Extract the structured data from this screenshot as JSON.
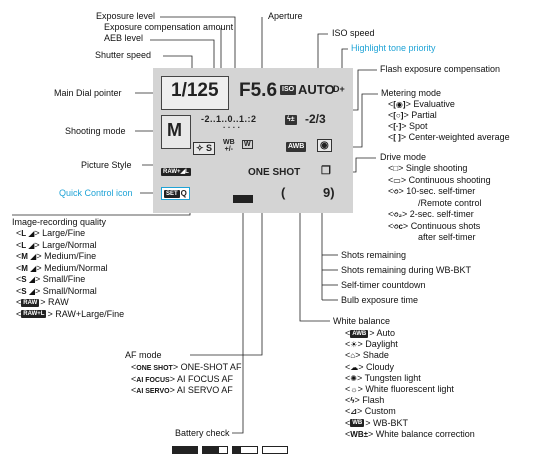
{
  "labels": {
    "exposure_level": "Exposure level",
    "exposure_comp": "Exposure compensation amount",
    "aeb": "AEB level",
    "aperture": "Aperture",
    "iso": "ISO speed",
    "highlight": "Highlight tone priority",
    "shutter": "Shutter speed",
    "flash_comp": "Flash exposure compensation",
    "main_dial": "Main Dial pointer",
    "metering": "Metering mode",
    "shooting_mode": "Shooting mode",
    "picture_style": "Picture Style",
    "drive": "Drive mode",
    "quick_control": "Quick Control icon",
    "shots_remaining": "Shots remaining",
    "shots_wbbkt": "Shots remaining during WB-BKT",
    "selftimer": "Self-timer countdown",
    "bulb": "Bulb exposure time",
    "wb": "White balance",
    "af_mode": "AF mode",
    "battery": "Battery check"
  },
  "panel": {
    "shutter": "1/125",
    "aperture": "F5.6",
    "iso_badge": "ISO",
    "iso_value": "AUTO",
    "highlight": "D+",
    "mode": "M",
    "scale": "-2..1..0..1.:2",
    "flash_val": "-2/3",
    "ps": "S",
    "wb_a": "WB",
    "wb_b": "+/-",
    "awb": "AWB",
    "quality": "RAW+◢L",
    "af": "ONE SHOT",
    "set": "SET",
    "q": "Q",
    "paren": "(",
    "shots": "9)"
  },
  "metering": [
    "Evaluative",
    "Partial",
    "Spot",
    "Center-weighted average"
  ],
  "metering_icons": [
    "[◉]",
    "[○]",
    "[·]",
    "[ ]"
  ],
  "drive": [
    {
      "icon": "□",
      "text": "Single shooting"
    },
    {
      "icon": "▭",
      "text": "Continuous shooting"
    },
    {
      "icon": "৩",
      "text": "10-sec. self-timer"
    },
    {
      "icon": "",
      "text": "/Remote control"
    },
    {
      "icon": "৩₂",
      "text": "2-sec. self-timer"
    },
    {
      "icon": "৩c",
      "text": "Continuous shots"
    },
    {
      "icon": "",
      "text": "after self-timer"
    }
  ],
  "quality": [
    {
      "icon": "L",
      "text": "Large/Fine"
    },
    {
      "icon": "L",
      "text": "Large/Normal"
    },
    {
      "icon": "M",
      "text": "Medium/Fine"
    },
    {
      "icon": "M",
      "text": "Medium/Normal"
    },
    {
      "icon": "S",
      "text": "Small/Fine"
    },
    {
      "icon": "S",
      "text": "Small/Normal"
    },
    {
      "icon": "RAW",
      "text": "RAW"
    },
    {
      "icon": "RAW+L",
      "text": "RAW+Large/Fine"
    }
  ],
  "af": [
    {
      "icon": "ONE SHOT",
      "text": "ONE-SHOT AF"
    },
    {
      "icon": "AI FOCUS",
      "text": "AI FOCUS AF"
    },
    {
      "icon": "AI SERVO",
      "text": "AI SERVO AF"
    }
  ],
  "wb": [
    {
      "icon": "AWB",
      "text": "Auto"
    },
    {
      "icon": "☀",
      "text": "Daylight"
    },
    {
      "icon": "⌂",
      "text": "Shade"
    },
    {
      "icon": "☁",
      "text": "Cloudy"
    },
    {
      "icon": "✺",
      "text": "Tungsten light"
    },
    {
      "icon": "☼",
      "text": "White fluorescent light"
    },
    {
      "icon": "ϟ",
      "text": "Flash"
    },
    {
      "icon": "⊿",
      "text": "Custom"
    },
    {
      "icon": "WB",
      "text": "WB-BKT"
    },
    {
      "icon": "WB±",
      "text": "White balance correction"
    }
  ],
  "battery_levels": [
    1.0,
    0.66,
    0.33,
    0.0
  ]
}
